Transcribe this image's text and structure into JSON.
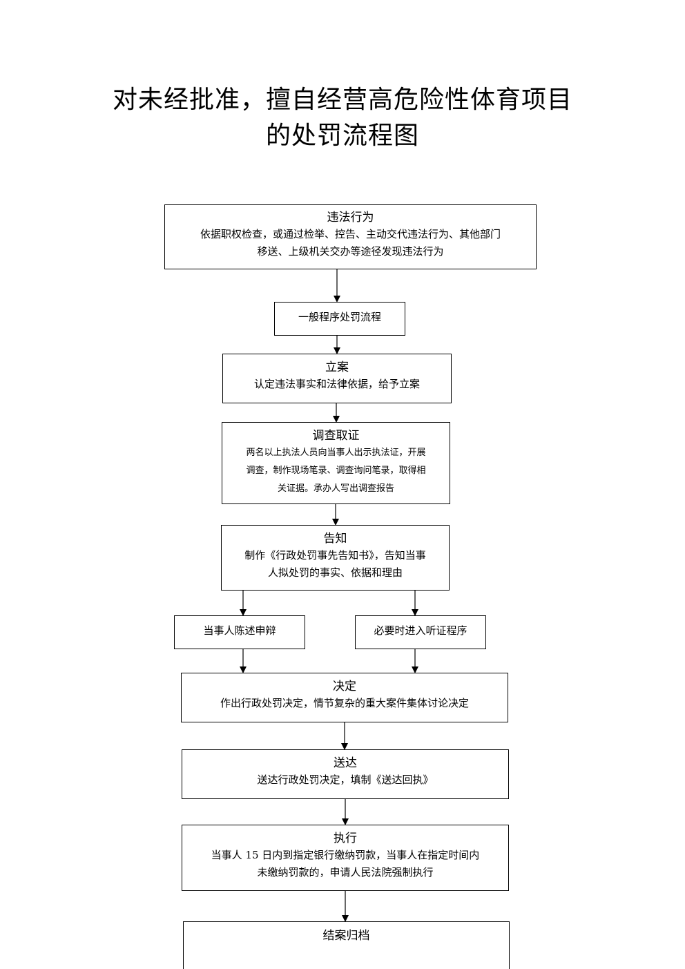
{
  "title": {
    "line1": "对未经批准，擅自经营高危险性体育项目",
    "line2": "的处罚流程图"
  },
  "steps": {
    "illegal": {
      "heading": "违法行为",
      "line1": "依据职权检查，或通过检举、控告、主动交代违法行为、其他部门",
      "line2": "移送、上级机关交办等途径发现违法行为"
    },
    "general": {
      "heading": "一般程序处罚流程"
    },
    "filing": {
      "heading": "立案",
      "line1": "认定违法事实和法律依据，给予立案"
    },
    "investigate": {
      "heading": "调查取证",
      "line1": "两名以上执法人员向当事人出示执法证，开展",
      "line2": "调查，制作现场笔录、调查询问笔录，取得相",
      "line3": "关证据。承办人写出调查报告"
    },
    "notify": {
      "heading": "告知",
      "line1": "制作《行政处罚事先告知书》，告知当事",
      "line2": "人拟处罚的事实、依据和理由"
    },
    "defense": {
      "heading": "当事人陈述申辩"
    },
    "hearing": {
      "heading": "必要时进入听证程序"
    },
    "decision": {
      "heading": "决定",
      "line1": "作出行政处罚决定，情节复杂的重大案件集体讨论决定"
    },
    "deliver": {
      "heading": "送达",
      "line1": "送达行政处罚决定，填制《送达回执》"
    },
    "execute": {
      "heading": "执行",
      "line1": "当事人 15 日内到指定银行缴纳罚款，当事人在指定时间内",
      "line2": "未缴纳罚款的，申请人民法院强制执行"
    },
    "archive": {
      "heading": "结案归档"
    }
  }
}
